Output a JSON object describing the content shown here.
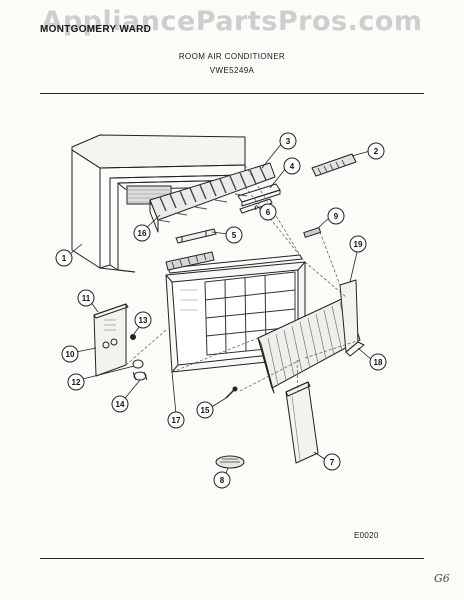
{
  "header": {
    "watermark": "AppliancePartsPros.com",
    "brand": "MONTGOMERY WARD",
    "title": "ROOM AIR CONDITIONER",
    "model": "VWE5249A"
  },
  "footer": {
    "diagram_code": "E0020",
    "handwritten_mark": "G6"
  },
  "callouts": [
    "1",
    "2",
    "3",
    "4",
    "5",
    "6",
    "7",
    "8",
    "9",
    "10",
    "11",
    "12",
    "13",
    "14",
    "15",
    "16",
    "17",
    "18",
    "19"
  ]
}
